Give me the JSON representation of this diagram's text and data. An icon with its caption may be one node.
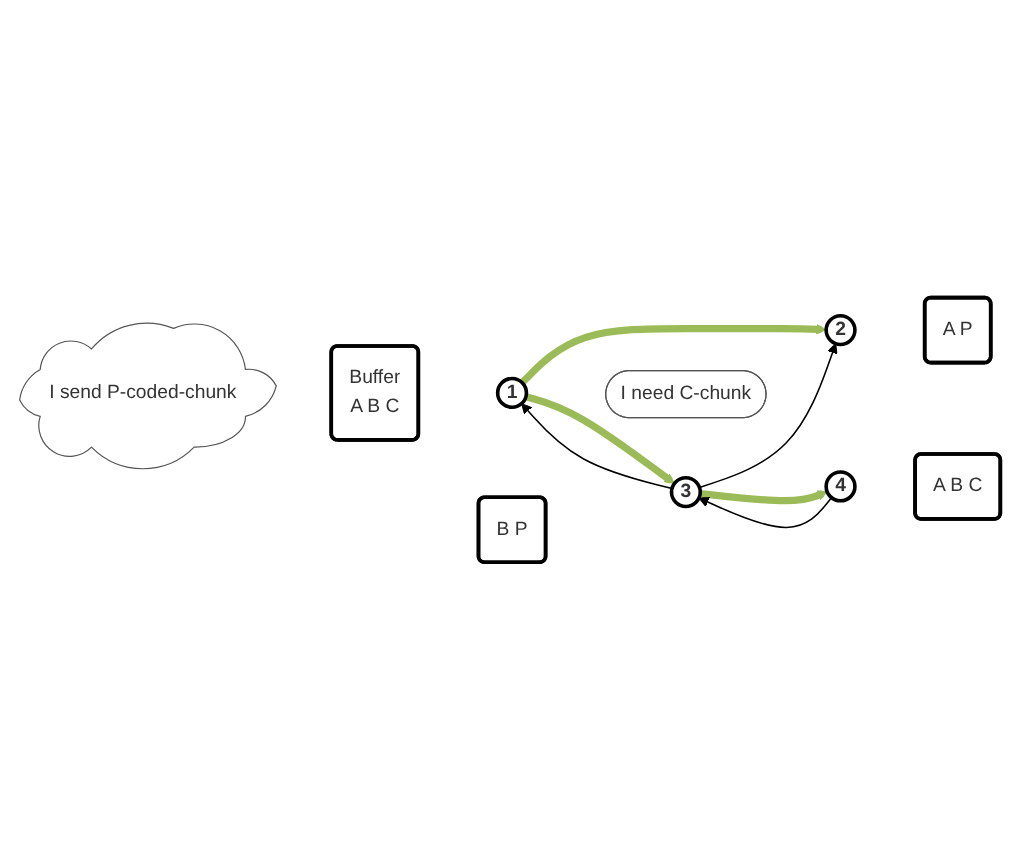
{
  "diagram": {
    "nodes": [
      {
        "text": [
          "I send P-coded-chunk"
        ]
      },
      {
        "text": [
          "Buffer",
          "A B C"
        ]
      },
      {
        "text": [
          "1"
        ]
      },
      {
        "text": [
          "2"
        ]
      },
      {
        "text": [
          "A P"
        ]
      },
      {
        "text": [
          "B P"
        ]
      },
      {
        "text": [
          "3"
        ]
      },
      {
        "text": [
          "I need C-chunk"
        ]
      },
      {
        "text": [
          "4"
        ]
      },
      {
        "text": [
          "A B C"
        ]
      }
    ],
    "edges": [
      {
        "from": 2,
        "to": 3,
        "arrow": "to",
        "style": "thick",
        "color": "#9bbb59"
      },
      {
        "from": 2,
        "to": 6,
        "arrow": "to",
        "style": "thick",
        "color": "#9bbb59"
      },
      {
        "from": 6,
        "to": 2,
        "arrow": "to",
        "color": "#000000"
      },
      {
        "from": 6,
        "to": 3,
        "arrow": "to",
        "color": "#000000"
      },
      {
        "from": 6,
        "to": 8,
        "arrow": "to",
        "style": "thick",
        "color": "#9bbb59"
      },
      {
        "from": 8,
        "to": 6,
        "arrow": "to",
        "color": "#000000"
      }
    ]
  }
}
